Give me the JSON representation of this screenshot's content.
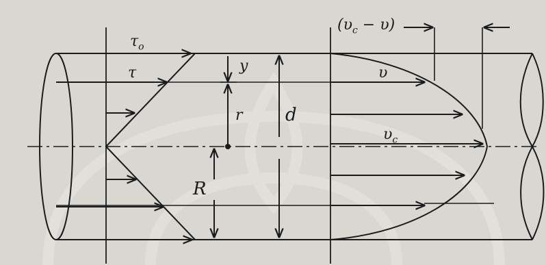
{
  "diagram": {
    "left": {
      "wall_shear_label": "τ",
      "wall_shear_subscript": "o",
      "shear_label": "τ",
      "y_label": "y",
      "r_label": "r",
      "d_label": "d",
      "R_label": "R"
    },
    "right": {
      "velocity_deficit_label": "(υ",
      "velocity_deficit_sub": "c",
      "velocity_deficit_rest": " − υ)",
      "velocity_label": "υ",
      "centerline_velocity_label": "υ",
      "centerline_velocity_sub": "c"
    },
    "colors": {
      "paper": "#d9d7d2",
      "ink": "#1b1b1b",
      "watermark": "#eceae6"
    }
  }
}
